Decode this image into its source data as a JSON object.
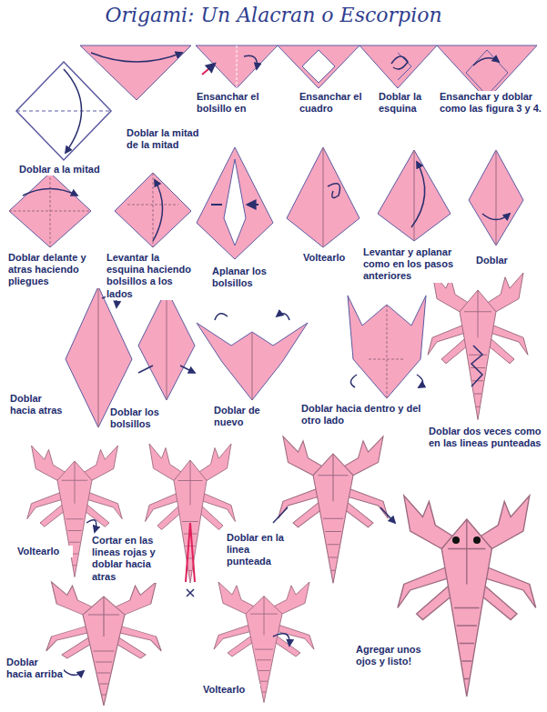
{
  "diagram": {
    "title": "Origami: Un Alacran o Escorpion",
    "labels": [
      "Doblar a la mitad",
      "Ensanchar el bolsillo en",
      "Ensanchar el cuadro",
      "Doblar la esquina",
      "Ensanchar y doblar como las figura 3 y 4.",
      "Doblar la mitad de la mitad",
      "Doblar delante y atras haciendo pliegues",
      "Levantar la esquina haciendo bolsillos a los lados",
      "Aplanar los bolsillos",
      "Voltearlo",
      "Levantar y aplanar como en los pasos anteriores",
      "Doblar",
      "Doblar hacia atras",
      "Doblar los bolsillos",
      "Doblar de nuevo",
      "Doblar hacia dentro y del otro lado",
      "Doblar dos veces como en las lineas punteadas",
      "Voltearlo",
      "Cortar en las lineas rojas y doblar hacia atras",
      "Doblar en la linea punteada",
      "Doblar hacia arriba",
      "Voltearlo",
      "Agregar unos ojos y listo!"
    ]
  }
}
